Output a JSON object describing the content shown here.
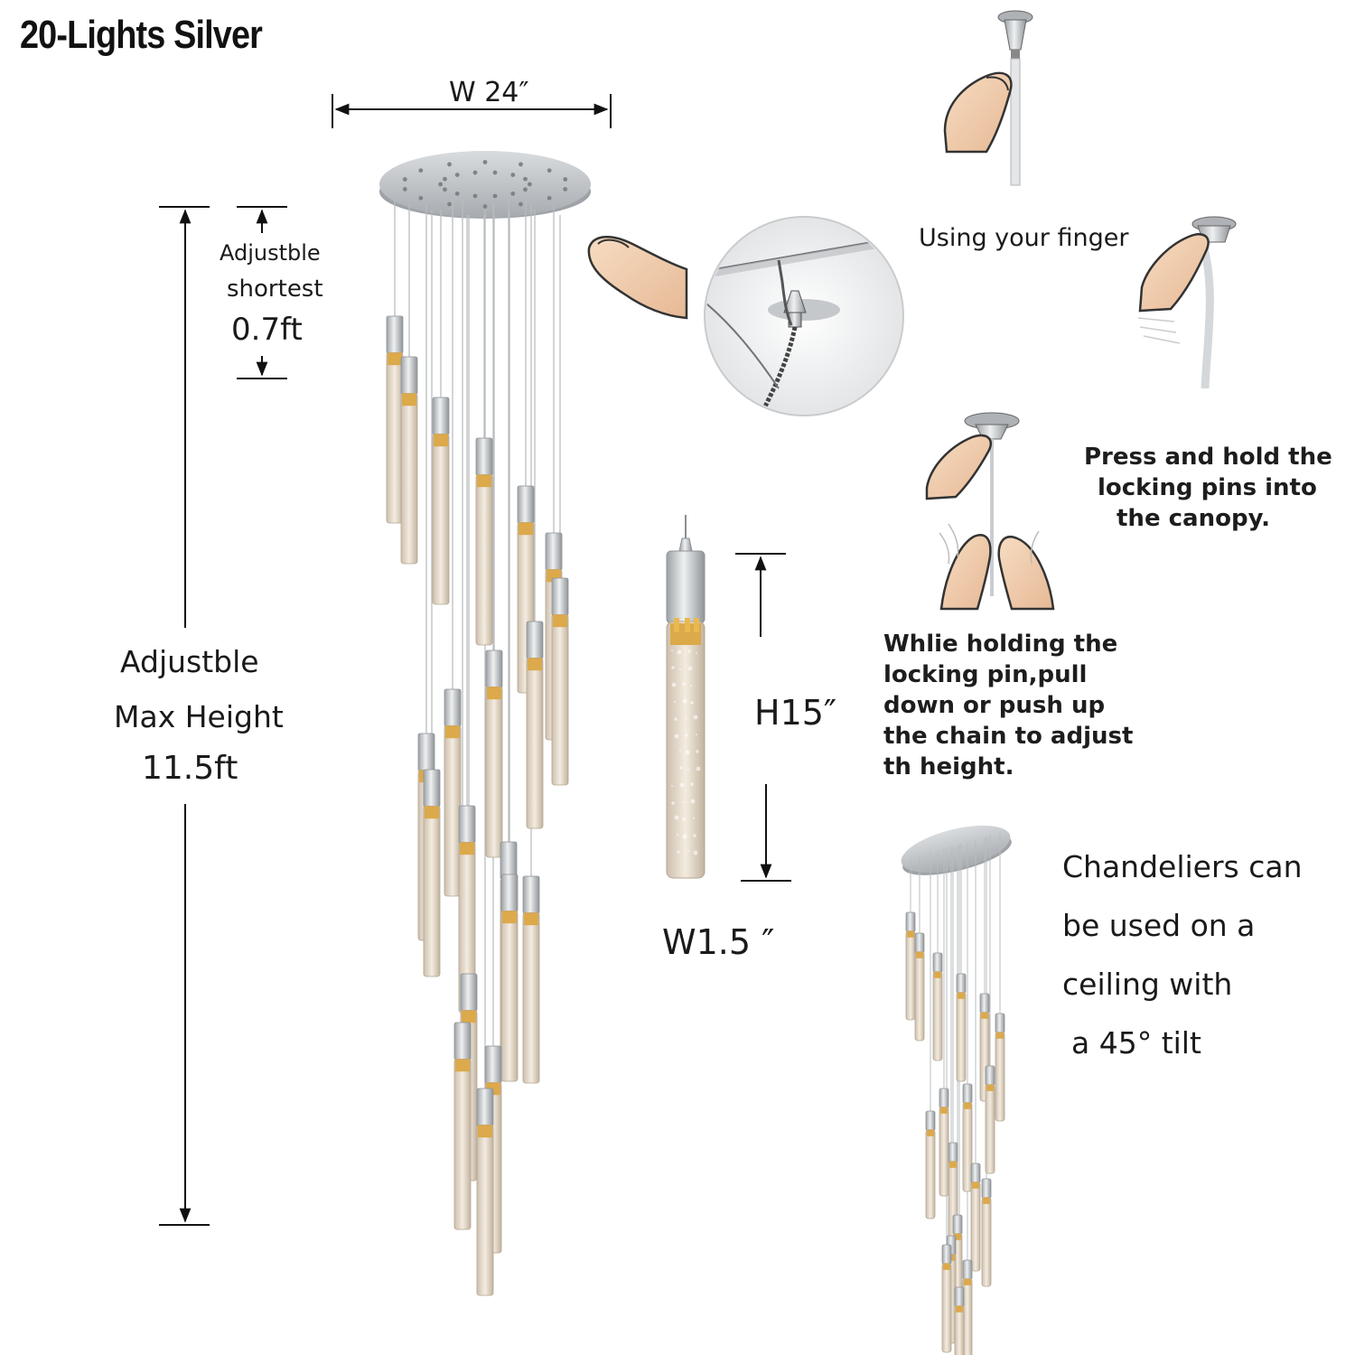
{
  "title": "20-Lights Silver",
  "dimensions": {
    "width": "W 24″",
    "shortest_lines": [
      "Adjustble",
      "shortest",
      "0.7ft"
    ],
    "max_lines": [
      "Adjustble",
      "Max Height",
      "11.5ft"
    ],
    "pendant_height": "H15″",
    "pendant_width": "W1.5 ″"
  },
  "steps": {
    "step1": "Using your finger",
    "step2_lines": [
      "Press and hold the",
      "locking pins into",
      "the canopy."
    ],
    "step3_lines": [
      "Whlie holding the",
      "locking pin,pull",
      "down or push up",
      "the chain to adjust",
      "th height."
    ]
  },
  "tilt_note_lines": [
    "Chandeliers can",
    "be used on a",
    "ceiling with",
    "a 45°  tilt"
  ],
  "colors": {
    "chrome": "#c4c7ca",
    "glass": "#e9dfcf",
    "amber": "#d8a840",
    "skin": "#f2cfb0",
    "arrow": "#111111"
  },
  "icons": [
    "finger-icon",
    "hand-pinch-icon",
    "ceiling-canopy-icon",
    "locking-pin-closeup-icon"
  ]
}
